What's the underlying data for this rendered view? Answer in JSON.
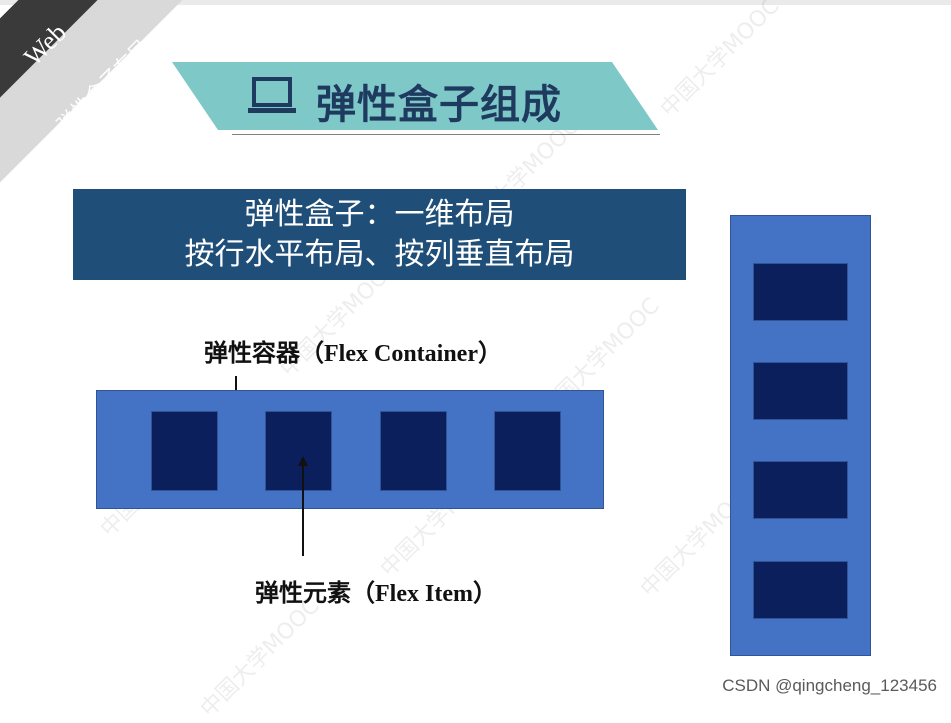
{
  "corner": {
    "tag": "Web",
    "section": "弹性盒子布局"
  },
  "title": "弹性盒子组成",
  "subtitle": {
    "line1": "弹性盒子：一维布局",
    "line2": "按行水平布局、按列垂直布局"
  },
  "container_label": {
    "cn": "弹性容器（",
    "en": "Flex Container",
    "close": "）"
  },
  "item_label": {
    "cn": "弹性元素（",
    "en": "Flex Item",
    "close": "）"
  },
  "credit": "CSDN @qingcheng_123456",
  "watermark": "中国大学MOOC",
  "colors": {
    "banner": "#7ec8c8",
    "subtitle_bg": "#1f4e79",
    "container": "#4472c4",
    "item": "#0b1f5c",
    "title_text": "#1f3a5f"
  },
  "horizontal_items": 4,
  "vertical_items": 4,
  "icons": {
    "title": "laptop-icon"
  }
}
